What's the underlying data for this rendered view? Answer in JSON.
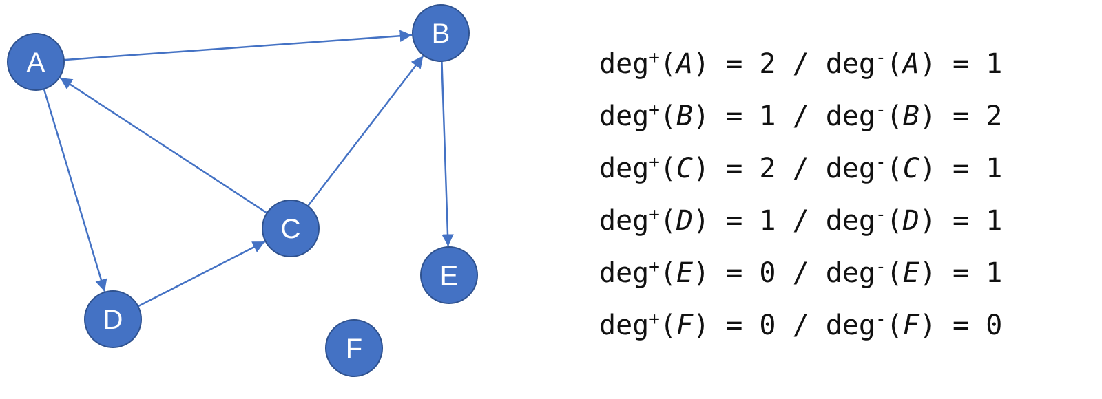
{
  "graph": {
    "node_fill": "#4472c4",
    "node_stroke": "#2f528f",
    "edge_color": "#4472c4",
    "nodes": [
      {
        "id": "A",
        "label": "A"
      },
      {
        "id": "B",
        "label": "B"
      },
      {
        "id": "C",
        "label": "C"
      },
      {
        "id": "D",
        "label": "D"
      },
      {
        "id": "E",
        "label": "E"
      },
      {
        "id": "F",
        "label": "F"
      }
    ],
    "edges": [
      {
        "from": "A",
        "to": "B"
      },
      {
        "from": "A",
        "to": "D"
      },
      {
        "from": "B",
        "to": "E"
      },
      {
        "from": "C",
        "to": "A"
      },
      {
        "from": "C",
        "to": "B"
      },
      {
        "from": "D",
        "to": "C"
      }
    ]
  },
  "degrees": {
    "out_symbol": "+",
    "in_symbol": "-",
    "rows": [
      {
        "node": "A",
        "out_deg": "2",
        "in_deg": "1"
      },
      {
        "node": "B",
        "out_deg": "1",
        "in_deg": "2"
      },
      {
        "node": "C",
        "out_deg": "2",
        "in_deg": "1"
      },
      {
        "node": "D",
        "out_deg": "1",
        "in_deg": "1"
      },
      {
        "node": "E",
        "out_deg": "0",
        "in_deg": "1"
      },
      {
        "node": "F",
        "out_deg": "0",
        "in_deg": "0"
      }
    ]
  }
}
